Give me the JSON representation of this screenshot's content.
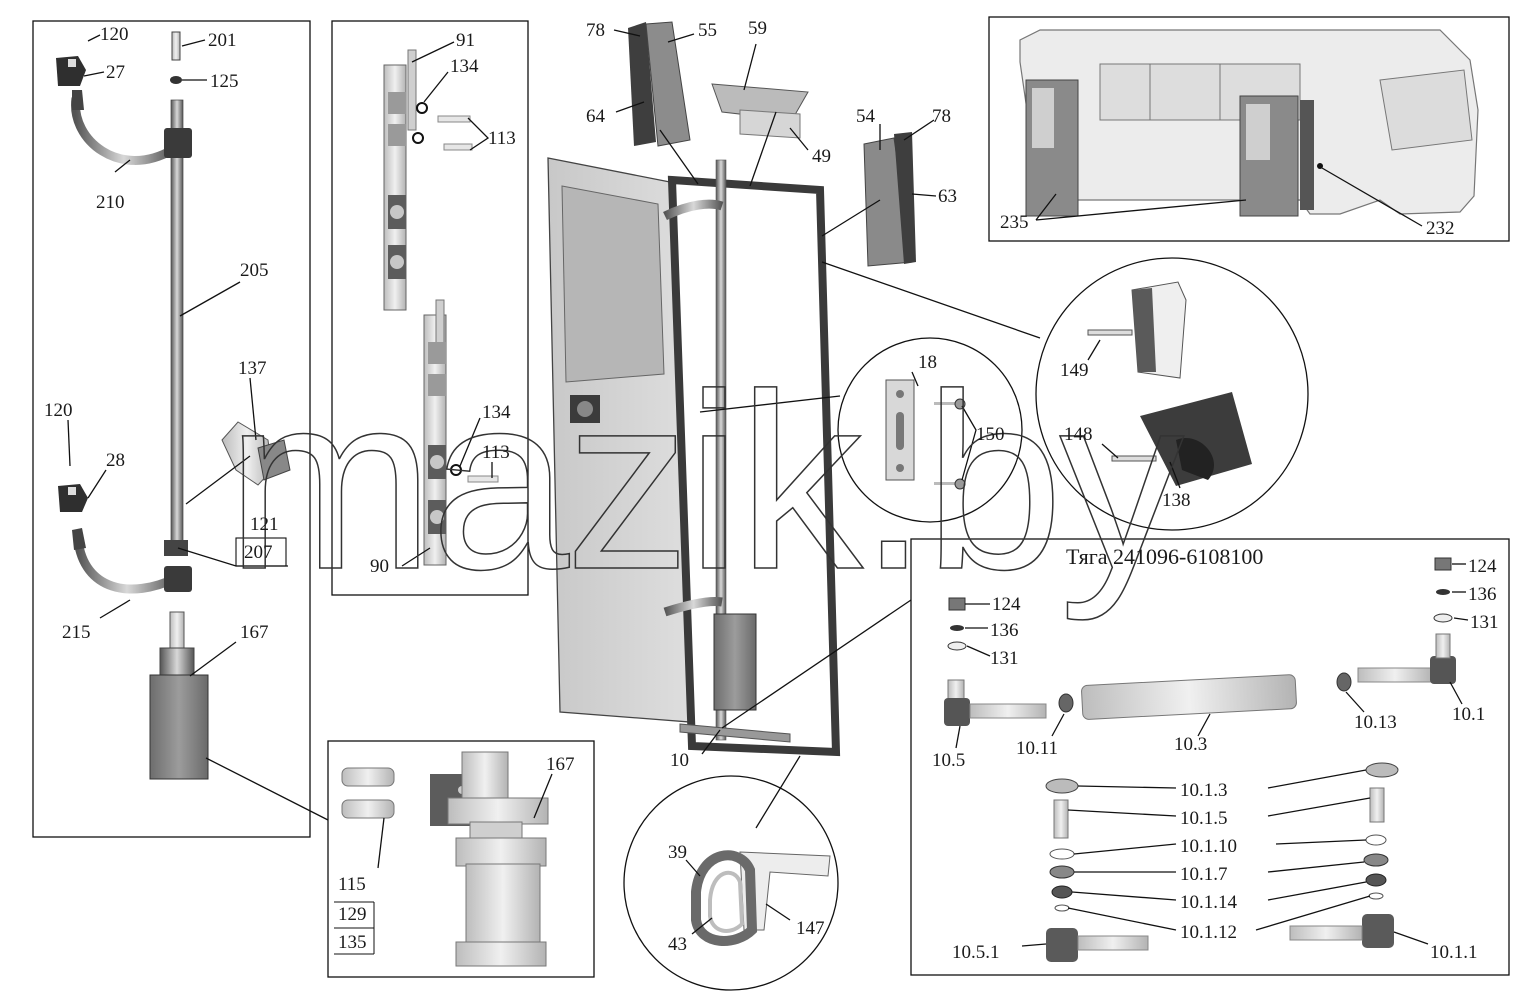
{
  "watermark": "mazik.by",
  "rod_panel_title": "Тяга 241096-6108100",
  "labels": {
    "l120a": "120",
    "l201": "201",
    "l27": "27",
    "l125": "125",
    "l210": "210",
    "l205": "205",
    "l137": "137",
    "l120b": "120",
    "l28": "28",
    "l121": "121",
    "l207": "207",
    "l215": "215",
    "l167a": "167",
    "l91": "91",
    "l134a": "134",
    "l113a": "113",
    "l134b": "134",
    "l113b": "113",
    "l90": "90",
    "l78a": "78",
    "l55": "55",
    "l59": "59",
    "l64": "64",
    "l49": "49",
    "l54": "54",
    "l78b": "78",
    "l63": "63",
    "l235": "235",
    "l232": "232",
    "l149": "149",
    "l148": "148",
    "l138": "138",
    "l18": "18",
    "l150": "150",
    "l10": "10",
    "l124a": "124",
    "l136a": "136",
    "l131a": "131",
    "l124b": "124",
    "l136b": "136",
    "l131b": "131",
    "l105": "10.5",
    "l1011": "10.11",
    "l103": "10.3",
    "l1013": "10.13",
    "l101": "10.1",
    "l1013b": "10.1.3",
    "l1015": "10.1.5",
    "l10110": "10.1.10",
    "l1017": "10.1.7",
    "l10114": "10.1.14",
    "l10112": "10.1.12",
    "l1051": "10.5.1",
    "l1011b": "10.1.1",
    "l115": "115",
    "l129": "129",
    "l135": "135",
    "l167b": "167",
    "l39": "39",
    "l43": "43",
    "l147": "147"
  },
  "colors": {
    "line": "#111111",
    "part_dark": "#5a5a5a",
    "part_mid": "#9a9a9a",
    "part_light": "#d4d4d4",
    "glass": "#b9b9b9"
  }
}
